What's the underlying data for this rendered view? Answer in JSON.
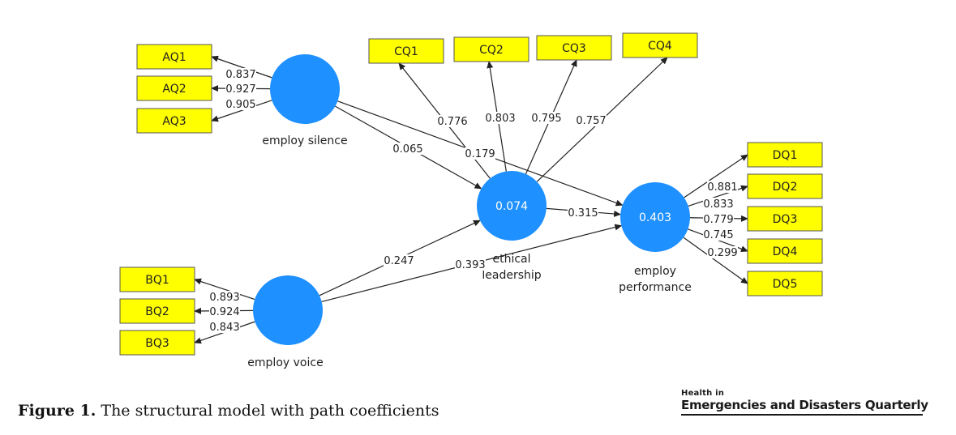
{
  "constructs": {
    "silence": {
      "name_lines": [
        "employ silence"
      ],
      "r2": ""
    },
    "voice": {
      "name_lines": [
        "employ voice"
      ],
      "r2": ""
    },
    "ethical": {
      "name_lines": [
        "ethical",
        "leadership"
      ],
      "r2": "0.074"
    },
    "performance": {
      "name_lines": [
        "employ",
        "performance"
      ],
      "r2": "0.403"
    }
  },
  "indicators": {
    "silence": [
      "AQ1",
      "AQ2",
      "AQ3"
    ],
    "voice": [
      "BQ1",
      "BQ2",
      "BQ3"
    ],
    "ethical": [
      "CQ1",
      "CQ2",
      "CQ3",
      "CQ4"
    ],
    "performance": [
      "DQ1",
      "DQ2",
      "DQ3",
      "DQ4",
      "DQ5"
    ]
  },
  "loadings": {
    "silence": [
      "0.837",
      "0.927",
      "0.905"
    ],
    "voice": [
      "0.893",
      "0.924",
      "0.843"
    ],
    "ethical": [
      "0.776",
      "0.803",
      "0.795",
      "0.757"
    ],
    "performance": [
      "0.881",
      "0.833",
      "0.779",
      "0.745",
      "0.299"
    ]
  },
  "paths": [
    {
      "from": "silence",
      "to": "ethical",
      "coef": "0.065"
    },
    {
      "from": "silence",
      "to": "performance",
      "coef": "0.179"
    },
    {
      "from": "voice",
      "to": "ethical",
      "coef": "0.247"
    },
    {
      "from": "voice",
      "to": "performance",
      "coef": "0.393"
    },
    {
      "from": "ethical",
      "to": "performance",
      "coef": "0.315"
    }
  ],
  "caption": {
    "figure": "Figure 1.",
    "text": " The structural model with path coefficients"
  },
  "logo": {
    "line1": "Health in",
    "line2": "Emergencies and Disasters Quarterly"
  },
  "colors": {
    "construct_fill": "#1e90ff",
    "indicator_fill": "#ffff00",
    "indicator_border": "#555555",
    "arrow": "#222222"
  }
}
